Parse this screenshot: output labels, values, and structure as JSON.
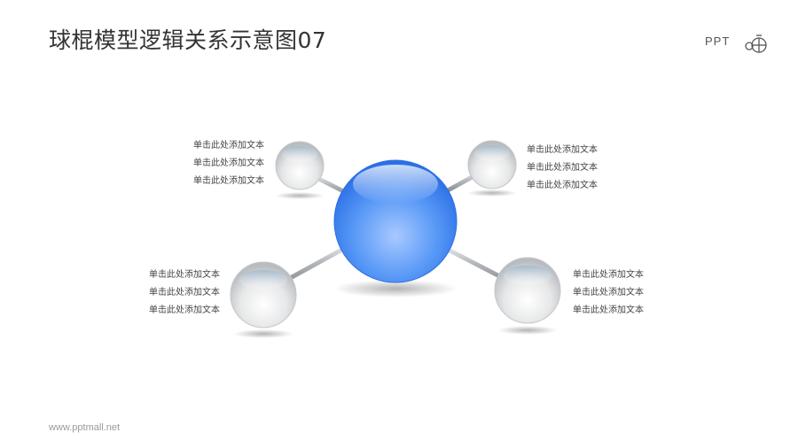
{
  "title": "球棍模型逻辑关系示意图07",
  "logo": {
    "text": "PPT",
    "icon": "ppt-mall-logo-icon"
  },
  "footer": "www.pptmall.net",
  "colors": {
    "center": "#3a80f0",
    "satellite": "#d8dadc",
    "stick": "#b8bcc0"
  },
  "nodes": [
    {
      "id": "top-left",
      "texts": [
        "单击此处添加文本",
        "单击此处添加文本",
        "单击此处添加文本"
      ]
    },
    {
      "id": "top-right",
      "texts": [
        "单击此处添加文本",
        "单击此处添加文本",
        "单击此处添加文本"
      ]
    },
    {
      "id": "bottom-left",
      "texts": [
        "单击此处添加文本",
        "单击此处添加文本",
        "单击此处添加文本"
      ]
    },
    {
      "id": "bottom-right",
      "texts": [
        "单击此处添加文本",
        "单击此处添加文本",
        "单击此处添加文本"
      ]
    }
  ]
}
